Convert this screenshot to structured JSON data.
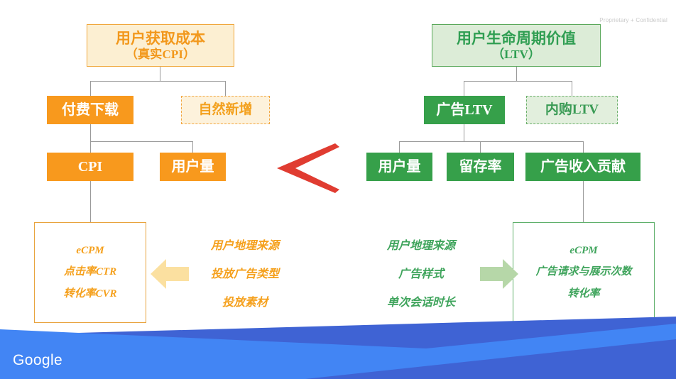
{
  "header": {
    "confidential": "Proprietary + Confidential"
  },
  "footer": {
    "brand": "Google",
    "band_color_back": "#3f63d4",
    "band_color_front": "#4285f4"
  },
  "colors": {
    "orange_solid": "#f8991d",
    "orange_text": "#f5a01c",
    "orange_fill_light": "#fcefd2",
    "green_solid": "#36a04a",
    "green_text": "#3fa45c",
    "green_fill_light": "#dcecd7",
    "red_chevron": "#e03c31",
    "arrow_yellow": "#fbe0a0",
    "arrow_green": "#b6d7a8",
    "connector": "#9a9a9a"
  },
  "left_tree": {
    "title": {
      "line1": "用户获取成本",
      "line2": "（真实CPI）"
    },
    "level2": [
      {
        "label": "付费下载",
        "style": "solid"
      },
      {
        "label": "自然新增",
        "style": "dashed"
      }
    ],
    "level3": [
      {
        "label": "CPI"
      },
      {
        "label": "用户量"
      }
    ],
    "panel": {
      "items": [
        "eCPM",
        "点击率CTR",
        "转化率CVR"
      ]
    },
    "drivers": [
      "用户地理来源",
      "投放广告类型",
      "投放素材"
    ]
  },
  "right_tree": {
    "title": {
      "line1": "用户生命周期价值",
      "line2": "（LTV）"
    },
    "level2": [
      {
        "label": "广告LTV",
        "style": "solid"
      },
      {
        "label": "内购LTV",
        "style": "dashed"
      }
    ],
    "level3": [
      {
        "label": "用户量"
      },
      {
        "label": "留存率"
      },
      {
        "label": "广告收入贡献"
      }
    ],
    "panel": {
      "items": [
        "eCPM",
        "广告请求与展示次数",
        "转化率"
      ]
    },
    "drivers": [
      "用户地理来源",
      "广告样式",
      "单次会话时长"
    ]
  },
  "icons": {
    "red_chevron": "chevron-left-icon",
    "left_arrow": "arrow-left-icon",
    "right_arrow": "arrow-right-icon"
  }
}
